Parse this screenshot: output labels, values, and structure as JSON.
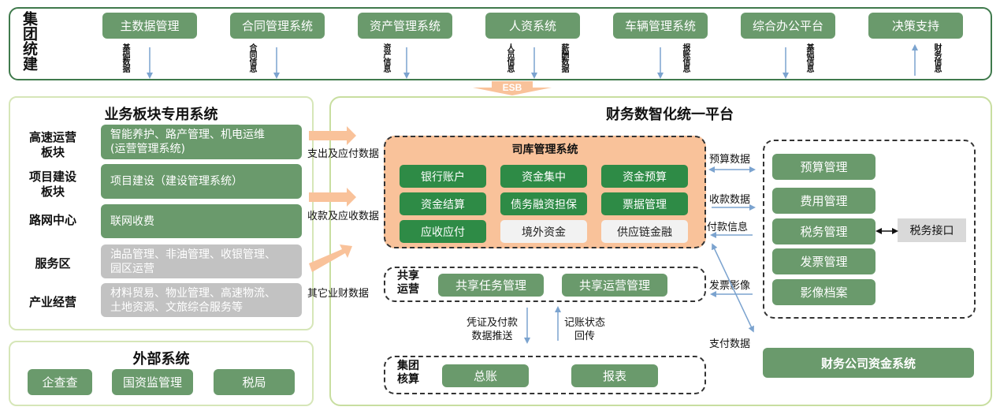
{
  "top": {
    "title": "集团统建",
    "systems": [
      {
        "label": "主数据管理",
        "flow": "基础数据",
        "direction": "down"
      },
      {
        "label": "合同管理系统",
        "flow": "合同信息",
        "direction": "down"
      },
      {
        "label": "资产管理系统",
        "flow": "资产信息",
        "direction": "down"
      },
      {
        "label": "人资系统",
        "flow": "人员信息",
        "flow2": "薪酬数据",
        "direction": "down"
      },
      {
        "label": "车辆管理系统",
        "flow": "报账信息",
        "direction": "down"
      },
      {
        "label": "综合办公平台",
        "flow": "基础信息",
        "direction": "down"
      },
      {
        "label": "决策支持",
        "flow": "财务信息",
        "direction": "up"
      }
    ],
    "esb": "ESB"
  },
  "business": {
    "title": "业务板块专用系统",
    "rows": [
      {
        "segment": "高速运营\n板块",
        "systems": "智能养护、路产管理、机电运维\n(运营管理系统)",
        "style": "green"
      },
      {
        "segment": "项目建设\n板块",
        "systems": "项目建设（建设管理系统）",
        "style": "green"
      },
      {
        "segment": "路网中心",
        "systems": "联网收费",
        "style": "green"
      },
      {
        "segment": "服务区",
        "systems": "油品管理、非油管理、收银管理、\n园区运营",
        "style": "gray"
      },
      {
        "segment": "产业经营",
        "systems": "材料贸易、物业管理、高速物流、\n土地资源、文旅综合服务等",
        "style": "gray"
      }
    ]
  },
  "external": {
    "title": "外部系统",
    "items": [
      "企查查",
      "国资监管理",
      "税局"
    ]
  },
  "flows_in": [
    "支出及应付数据",
    "收款及应收数据",
    "其它业财数据"
  ],
  "platform": {
    "title": "财务数智化统一平台",
    "treasury": {
      "title": "司库管理系统",
      "modules": [
        {
          "label": "银行账户",
          "active": true
        },
        {
          "label": "资金集中",
          "active": true
        },
        {
          "label": "资金预算",
          "active": true
        },
        {
          "label": "资金结算",
          "active": true
        },
        {
          "label": "债务融资担保",
          "active": true
        },
        {
          "label": "票据管理",
          "active": true
        },
        {
          "label": "应收应付",
          "active": true
        },
        {
          "label": "境外资金",
          "active": false
        },
        {
          "label": "供应链金融",
          "active": false
        }
      ]
    },
    "shared": {
      "title": "共享\n运营",
      "modules": [
        "共享任务管理",
        "共享运营管理"
      ]
    },
    "shared_flows": {
      "down": "凭证及付款\n数据推送",
      "up": "记账状态\n回传"
    },
    "group": {
      "title": "集团\n核算",
      "modules": [
        "总账",
        "报表"
      ]
    },
    "right_flows": [
      "预算数据",
      "收款数据",
      "付款信息",
      "发票影像",
      "支付数据"
    ],
    "mgmt": {
      "modules": [
        "预算管理",
        "费用管理",
        "税务管理",
        "发票管理",
        "影像档案"
      ],
      "tax_interface": "税务接口"
    },
    "finance_company": "财务公司资金系统"
  },
  "colors": {
    "green": "#6a9a6c",
    "dark_green": "#2e8b46",
    "orange": "#f9c29a",
    "frame_green": "#5a8f62",
    "light_frame": "#c8dea0",
    "gray": "#c2c2c2",
    "arrow_blue": "#7ba3cf"
  }
}
